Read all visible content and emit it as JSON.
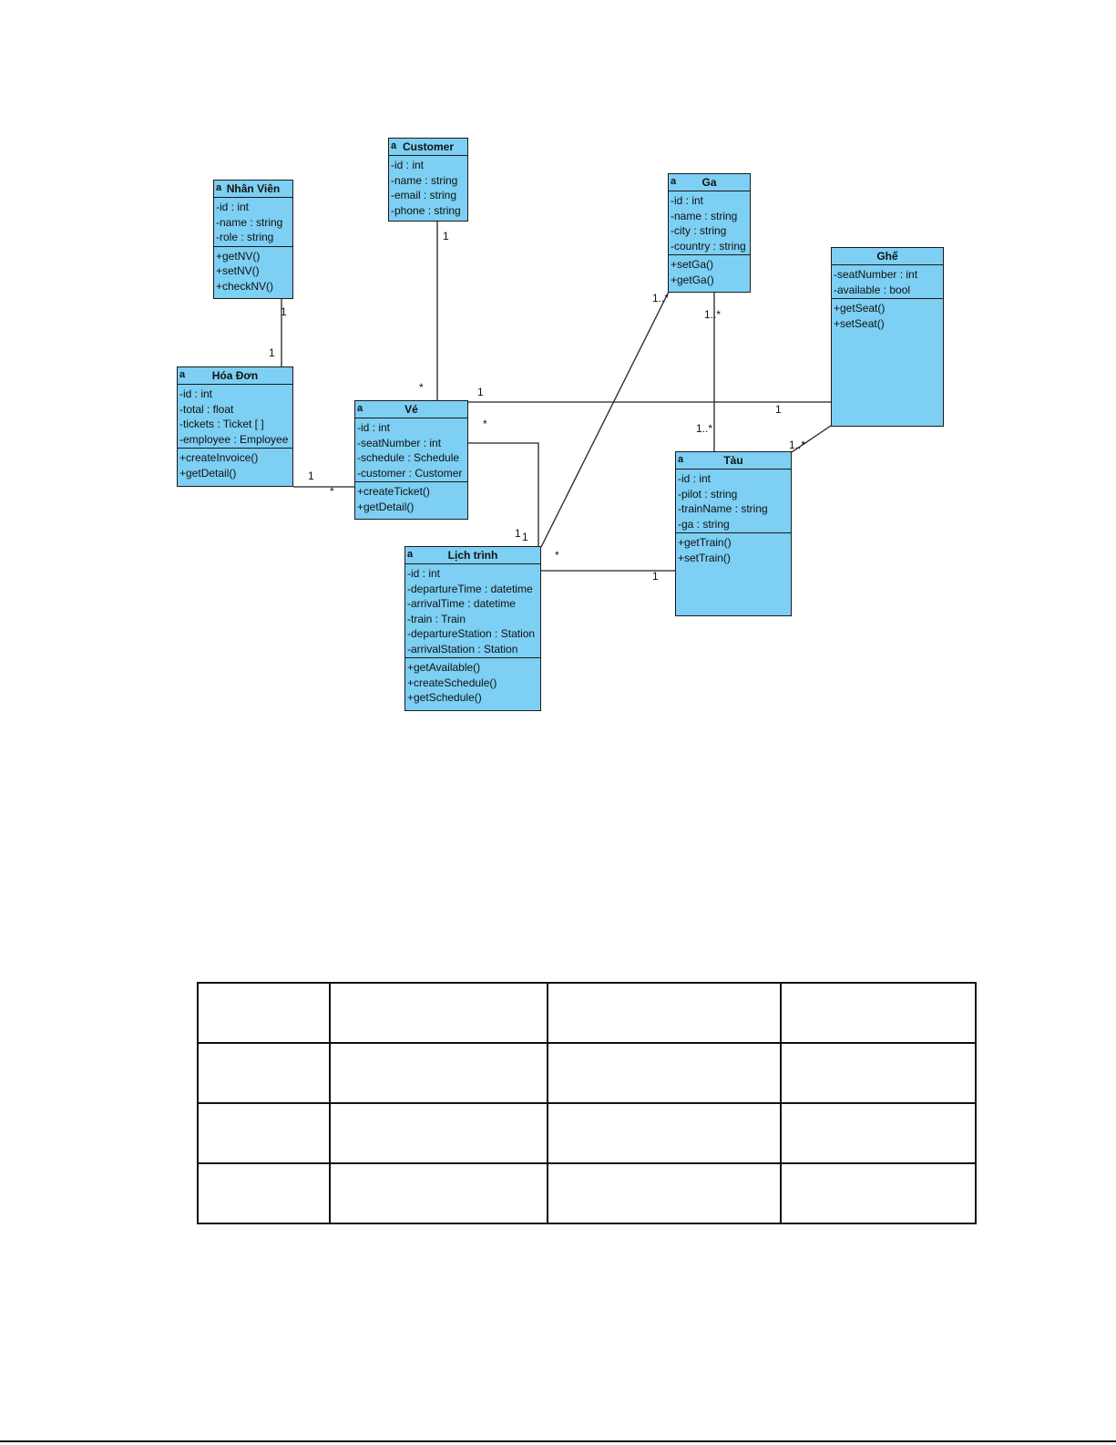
{
  "diagram": {
    "class_icon": "a",
    "classes": {
      "nhanvien": {
        "name": "Nhân Viên",
        "attrs": [
          "-id : int",
          "-name : string",
          "-role : string"
        ],
        "ops": [
          "+getNV()",
          "+setNV()",
          "+checkNV()"
        ]
      },
      "customer": {
        "name": "Customer",
        "attrs": [
          "-id : int",
          "-name : string",
          "-email : string",
          "-phone : string"
        ],
        "ops": []
      },
      "ga": {
        "name": "Ga",
        "attrs": [
          "-id : int",
          "-name : string",
          "-city : string",
          "-country : string"
        ],
        "ops": [
          "+setGa()",
          "+getGa()"
        ]
      },
      "ghe": {
        "name": "Ghế",
        "attrs": [
          "-seatNumber : int",
          "-available : bool"
        ],
        "ops": [
          "+getSeat()",
          "+setSeat()"
        ]
      },
      "hoadon": {
        "name": "Hóa Đơn",
        "attrs": [
          "-id : int",
          "-total : float",
          "-tickets : Ticket [ ]",
          "-employee : Employee"
        ],
        "ops": [
          "+createInvoice()",
          "+getDetail()"
        ]
      },
      "ve": {
        "name": "Vé",
        "attrs": [
          "-id : int",
          "-seatNumber : int",
          "-schedule : Schedule",
          "-customer : Customer"
        ],
        "ops": [
          "+createTicket()",
          "+getDetail()"
        ]
      },
      "tau": {
        "name": "Tàu",
        "attrs": [
          "-id : int",
          "-pilot : string",
          "-trainName : string",
          "-ga : string"
        ],
        "ops": [
          "+getTrain()",
          "+setTrain()"
        ]
      },
      "lichtrinh": {
        "name": "Lịch trình",
        "attrs": [
          "-id : int",
          "-departureTime : datetime",
          "-arrivalTime : datetime",
          "-train : Train",
          "-departureStation : Station",
          "-arrivalStation : Station"
        ],
        "ops": [
          "+getAvailable()",
          "+createSchedule()",
          "+getSchedule()"
        ]
      }
    },
    "multiplicities": {
      "nv_hd_top": "1",
      "nv_hd_bottom": "1",
      "cust_ve_top": "1",
      "cust_ve_bottom": "*",
      "hd_ve_left": "1",
      "hd_ve_right": "*",
      "ve_ghe_left": "1",
      "ve_ghe_right": "1",
      "ve_lt_top": "*",
      "ve_lt_bottom": "1",
      "lt_ga_bottom": "1",
      "lt_ga_top": "1..*",
      "ga_tau_top": "1..*",
      "ga_tau_bottom": "1..*",
      "ghe_tau": "1..*",
      "lt_tau_left": "*",
      "lt_tau_right": "1"
    }
  },
  "table": {
    "rows": 4,
    "cols": 4
  }
}
